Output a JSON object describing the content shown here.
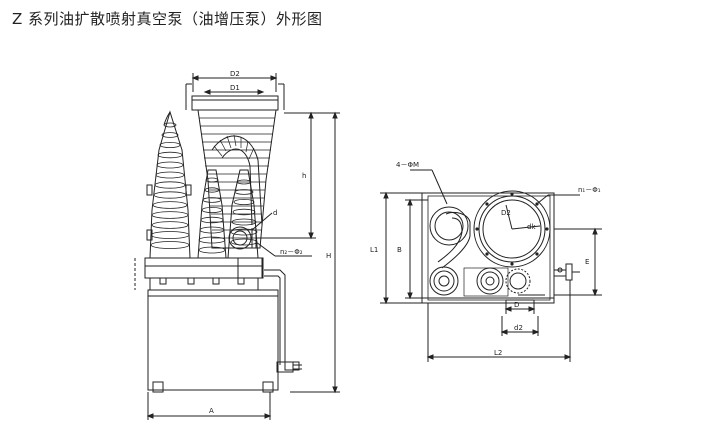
{
  "title": "Z 系列油扩散喷射真空泵（油增压泵）外形图",
  "labels": {
    "D2": "D2",
    "D1": "D1",
    "h": "h",
    "H": "H",
    "d": "d",
    "n2_phi2": "n₂－Φ₂",
    "A": "A",
    "four_phiM": "4－ΦM",
    "n1_phi1": "n₁－Φ₁",
    "L1": "L1",
    "B": "B",
    "E": "E",
    "D2_plan": "D2",
    "dk": "dk",
    "D": "D",
    "d2": "d2",
    "L2": "L2"
  }
}
